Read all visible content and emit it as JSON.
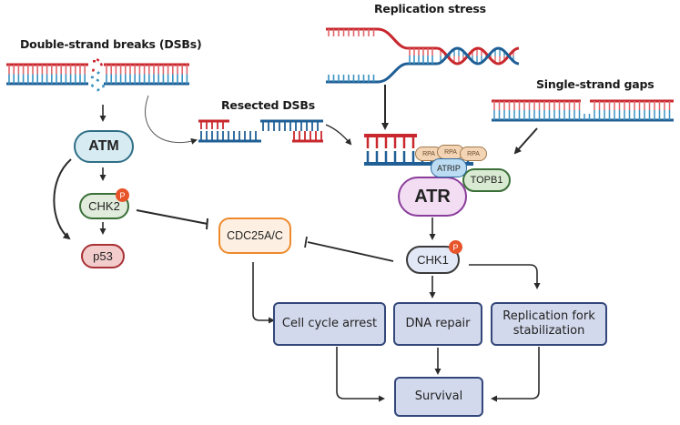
{
  "labels": {
    "dsb": "Double-strand breaks (DSBs)",
    "resected": "Resected DSBs",
    "replication_stress": "Replication stress",
    "ss_gaps": "Single-strand gaps"
  },
  "nodes": {
    "atm": "ATM",
    "chk2": "CHK2",
    "p53": "p53",
    "cdc25": "CDC25A/C",
    "atr": "ATR",
    "atrip": "ATRIP",
    "topb1": "TOPB1",
    "rpa": [
      "RPA",
      "RPA",
      "RPA"
    ],
    "chk1": "CHK1",
    "phospho": "P"
  },
  "outcomes": {
    "cell_cycle_arrest": "Cell cycle arrest",
    "dna_repair": "DNA repair",
    "fork_line1": "Replication fork",
    "fork_line2": "stabilization",
    "survival": "Survival"
  },
  "colors": {
    "strand_red": "#c8282e",
    "strand_blue": "#1f5f96",
    "rung_red": "#e0666b",
    "rung_blue": "#3a93c2",
    "atm_fill": "#d7ebf3",
    "atm_border": "#2f6f86",
    "chk2_fill": "#e1ecdc",
    "chk2_border": "#3b6f38",
    "p53_fill": "#f3cccc",
    "p53_border": "#a83236",
    "cdc25_fill": "#fdf0e2",
    "cdc25_border": "#ee8a2c",
    "atr_fill": "#f2ddf3",
    "atr_border": "#8a3c9a",
    "atrip_fill": "#bcdcf3",
    "atrip_border": "#2f6da0",
    "topb1_fill": "#d9ead2",
    "topb1_border": "#3b6f38",
    "chk1_fill": "#e3e8f6",
    "chk1_border": "#3a3a3a",
    "outcome_fill": "#d3d9ec",
    "outcome_border": "#33477a",
    "phospho": "#e8542a"
  }
}
